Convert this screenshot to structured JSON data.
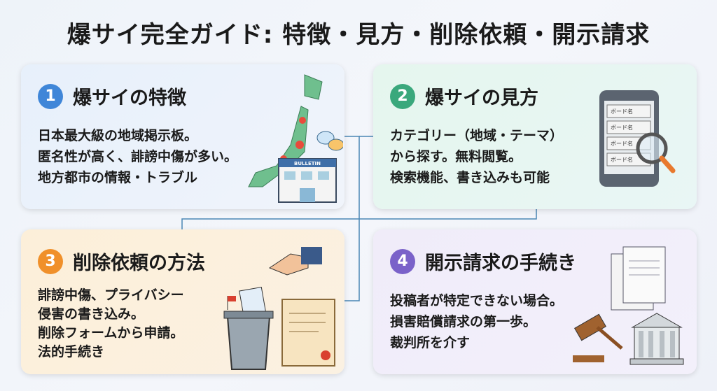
{
  "title": "爆サイ完全ガイド: 特徴・見方・削除依頼・開示請求",
  "cards": [
    {
      "num": "1",
      "heading": "爆サイの特徴",
      "lines": [
        "日本最大級の地域掲示板。",
        "匿名性が高く、誹謗中傷が多い。",
        "地方都市の情報・トラブル"
      ],
      "color": "#3f86d8",
      "illustration_label": "BULLETIN"
    },
    {
      "num": "2",
      "heading": "爆サイの見方",
      "lines": [
        "カテゴリー（地域・テーマ）",
        "から探す。無料閲覧。",
        "検索機能、書き込みも可能"
      ],
      "color": "#3aa87c",
      "board_label": "ボード名"
    },
    {
      "num": "3",
      "heading": "削除依頼の方法",
      "lines": [
        "誹謗中傷、プライバシー",
        "侵害の書き込み。",
        "削除フォームから申請。",
        "法的手続き"
      ],
      "color": "#f0902a"
    },
    {
      "num": "4",
      "heading": "開示請求の手続き",
      "lines": [
        "投稿者が特定できない場合。",
        "損害賠償請求の第一歩。",
        "裁判所を介す"
      ],
      "color": "#7a62c9"
    }
  ]
}
